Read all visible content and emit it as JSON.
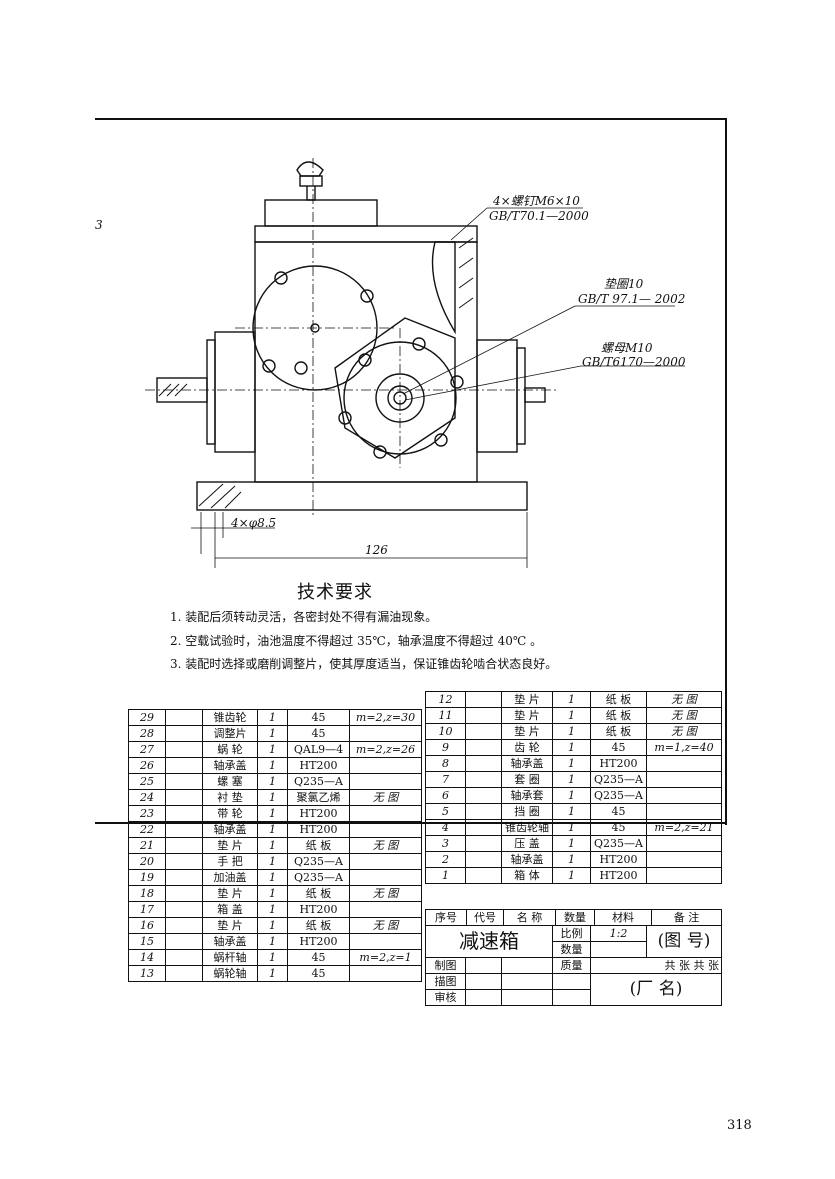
{
  "page_number": "318",
  "side_number": "3",
  "callouts": [
    {
      "line1": "4×螺钉M6×10",
      "line2": "GB/T70.1—2000"
    },
    {
      "line1": "垫圈10",
      "line2": "GB/T 97.1— 2002"
    },
    {
      "line1": "螺母M10",
      "line2": "GB/T6170—2000"
    }
  ],
  "dimensions": {
    "holes": "4×φ8.5",
    "width": "126"
  },
  "tech_requirements": {
    "title": "技术要求",
    "items": [
      "1. 装配后须转动灵活，各密封处不得有漏油现象。",
      "2. 空载试验时，油池温度不得超过 35℃，轴承温度不得超过 40℃ 。",
      "3. 装配时选择或磨削调整片，使其厚度适当，保证锥齿轮啮合状态良好。"
    ]
  },
  "bom_left": [
    [
      "29",
      "",
      "锥齿轮",
      "1",
      "45",
      "m=2,z=30"
    ],
    [
      "28",
      "",
      "调整片",
      "1",
      "45",
      ""
    ],
    [
      "27",
      "",
      "蜗 轮",
      "1",
      "QAL9—4",
      "m=2,z=26"
    ],
    [
      "26",
      "",
      "轴承盖",
      "1",
      "HT200",
      ""
    ],
    [
      "25",
      "",
      "螺 塞",
      "1",
      "Q235—A",
      ""
    ],
    [
      "24",
      "",
      "衬 垫",
      "1",
      "聚氯乙烯",
      "无 图"
    ],
    [
      "23",
      "",
      "带 轮",
      "1",
      "HT200",
      ""
    ],
    [
      "22",
      "",
      "轴承盖",
      "1",
      "HT200",
      ""
    ],
    [
      "21",
      "",
      "垫 片",
      "1",
      "纸 板",
      "无 图"
    ],
    [
      "20",
      "",
      "手 把",
      "1",
      "Q235—A",
      ""
    ],
    [
      "19",
      "",
      "加油盖",
      "1",
      "Q235—A",
      ""
    ],
    [
      "18",
      "",
      "垫 片",
      "1",
      "纸 板",
      "无 图"
    ],
    [
      "17",
      "",
      "箱 盖",
      "1",
      "HT200",
      ""
    ],
    [
      "16",
      "",
      "垫 片",
      "1",
      "纸 板",
      "无 图"
    ],
    [
      "15",
      "",
      "轴承盖",
      "1",
      "HT200",
      ""
    ],
    [
      "14",
      "",
      "蜗杆轴",
      "1",
      "45",
      "m=2,z=1"
    ],
    [
      "13",
      "",
      "蜗轮轴",
      "1",
      "45",
      ""
    ]
  ],
  "bom_right": [
    [
      "12",
      "",
      "垫 片",
      "1",
      "纸 板",
      "无 图"
    ],
    [
      "11",
      "",
      "垫 片",
      "1",
      "纸 板",
      "无 图"
    ],
    [
      "10",
      "",
      "垫 片",
      "1",
      "纸 板",
      "无 图"
    ],
    [
      "9",
      "",
      "齿 轮",
      "1",
      "45",
      "m=1,z=40"
    ],
    [
      "8",
      "",
      "轴承盖",
      "1",
      "HT200",
      ""
    ],
    [
      "7",
      "",
      "套 圈",
      "1",
      "Q235—A",
      ""
    ],
    [
      "6",
      "",
      "轴承套",
      "1",
      "Q235—A",
      ""
    ],
    [
      "5",
      "",
      "挡 圈",
      "1",
      "45",
      ""
    ],
    [
      "4",
      "",
      "锥齿轮轴",
      "1",
      "45",
      "m=2,z=21"
    ],
    [
      "3",
      "",
      "压 盖",
      "1",
      "Q235—A",
      ""
    ],
    [
      "2",
      "",
      "轴承盖",
      "1",
      "HT200",
      ""
    ],
    [
      "1",
      "",
      "箱 体",
      "1",
      "HT200",
      ""
    ]
  ],
  "bom_header": [
    "序号",
    "代号",
    "名 称",
    "数量",
    "材料",
    "备 注"
  ],
  "title_block": {
    "name": "减速箱",
    "scale_label": "比例",
    "scale_value": "1:2",
    "qty_label": "数量",
    "drawing_no": "(图 号)",
    "mass_label": "质量",
    "sheets": "共 张 共 张",
    "drawn": "制图",
    "traced": "描图",
    "checked": "审核",
    "factory": "(厂  名)"
  }
}
